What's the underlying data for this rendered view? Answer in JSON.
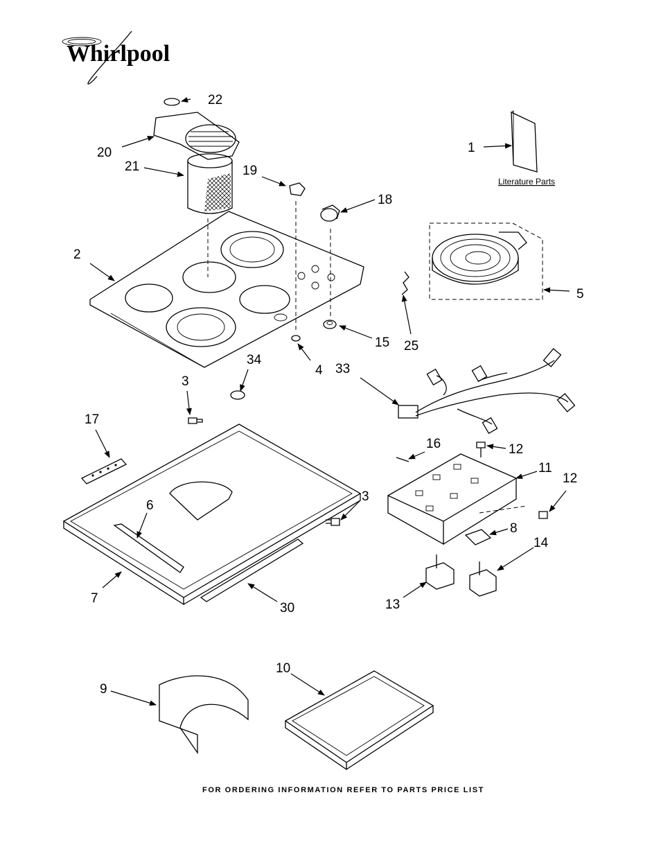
{
  "brand": {
    "name": "Whirlpool"
  },
  "literature_label": "Literature Parts",
  "footer": "FOR ORDERING INFORMATION REFER TO PARTS PRICE LIST",
  "callouts": [
    "1",
    "2",
    "3",
    "3",
    "4",
    "5",
    "6",
    "7",
    "8",
    "9",
    "10",
    "11",
    "12",
    "12",
    "13",
    "14",
    "15",
    "16",
    "17",
    "18",
    "19",
    "20",
    "21",
    "22",
    "25",
    "30",
    "33",
    "34"
  ]
}
